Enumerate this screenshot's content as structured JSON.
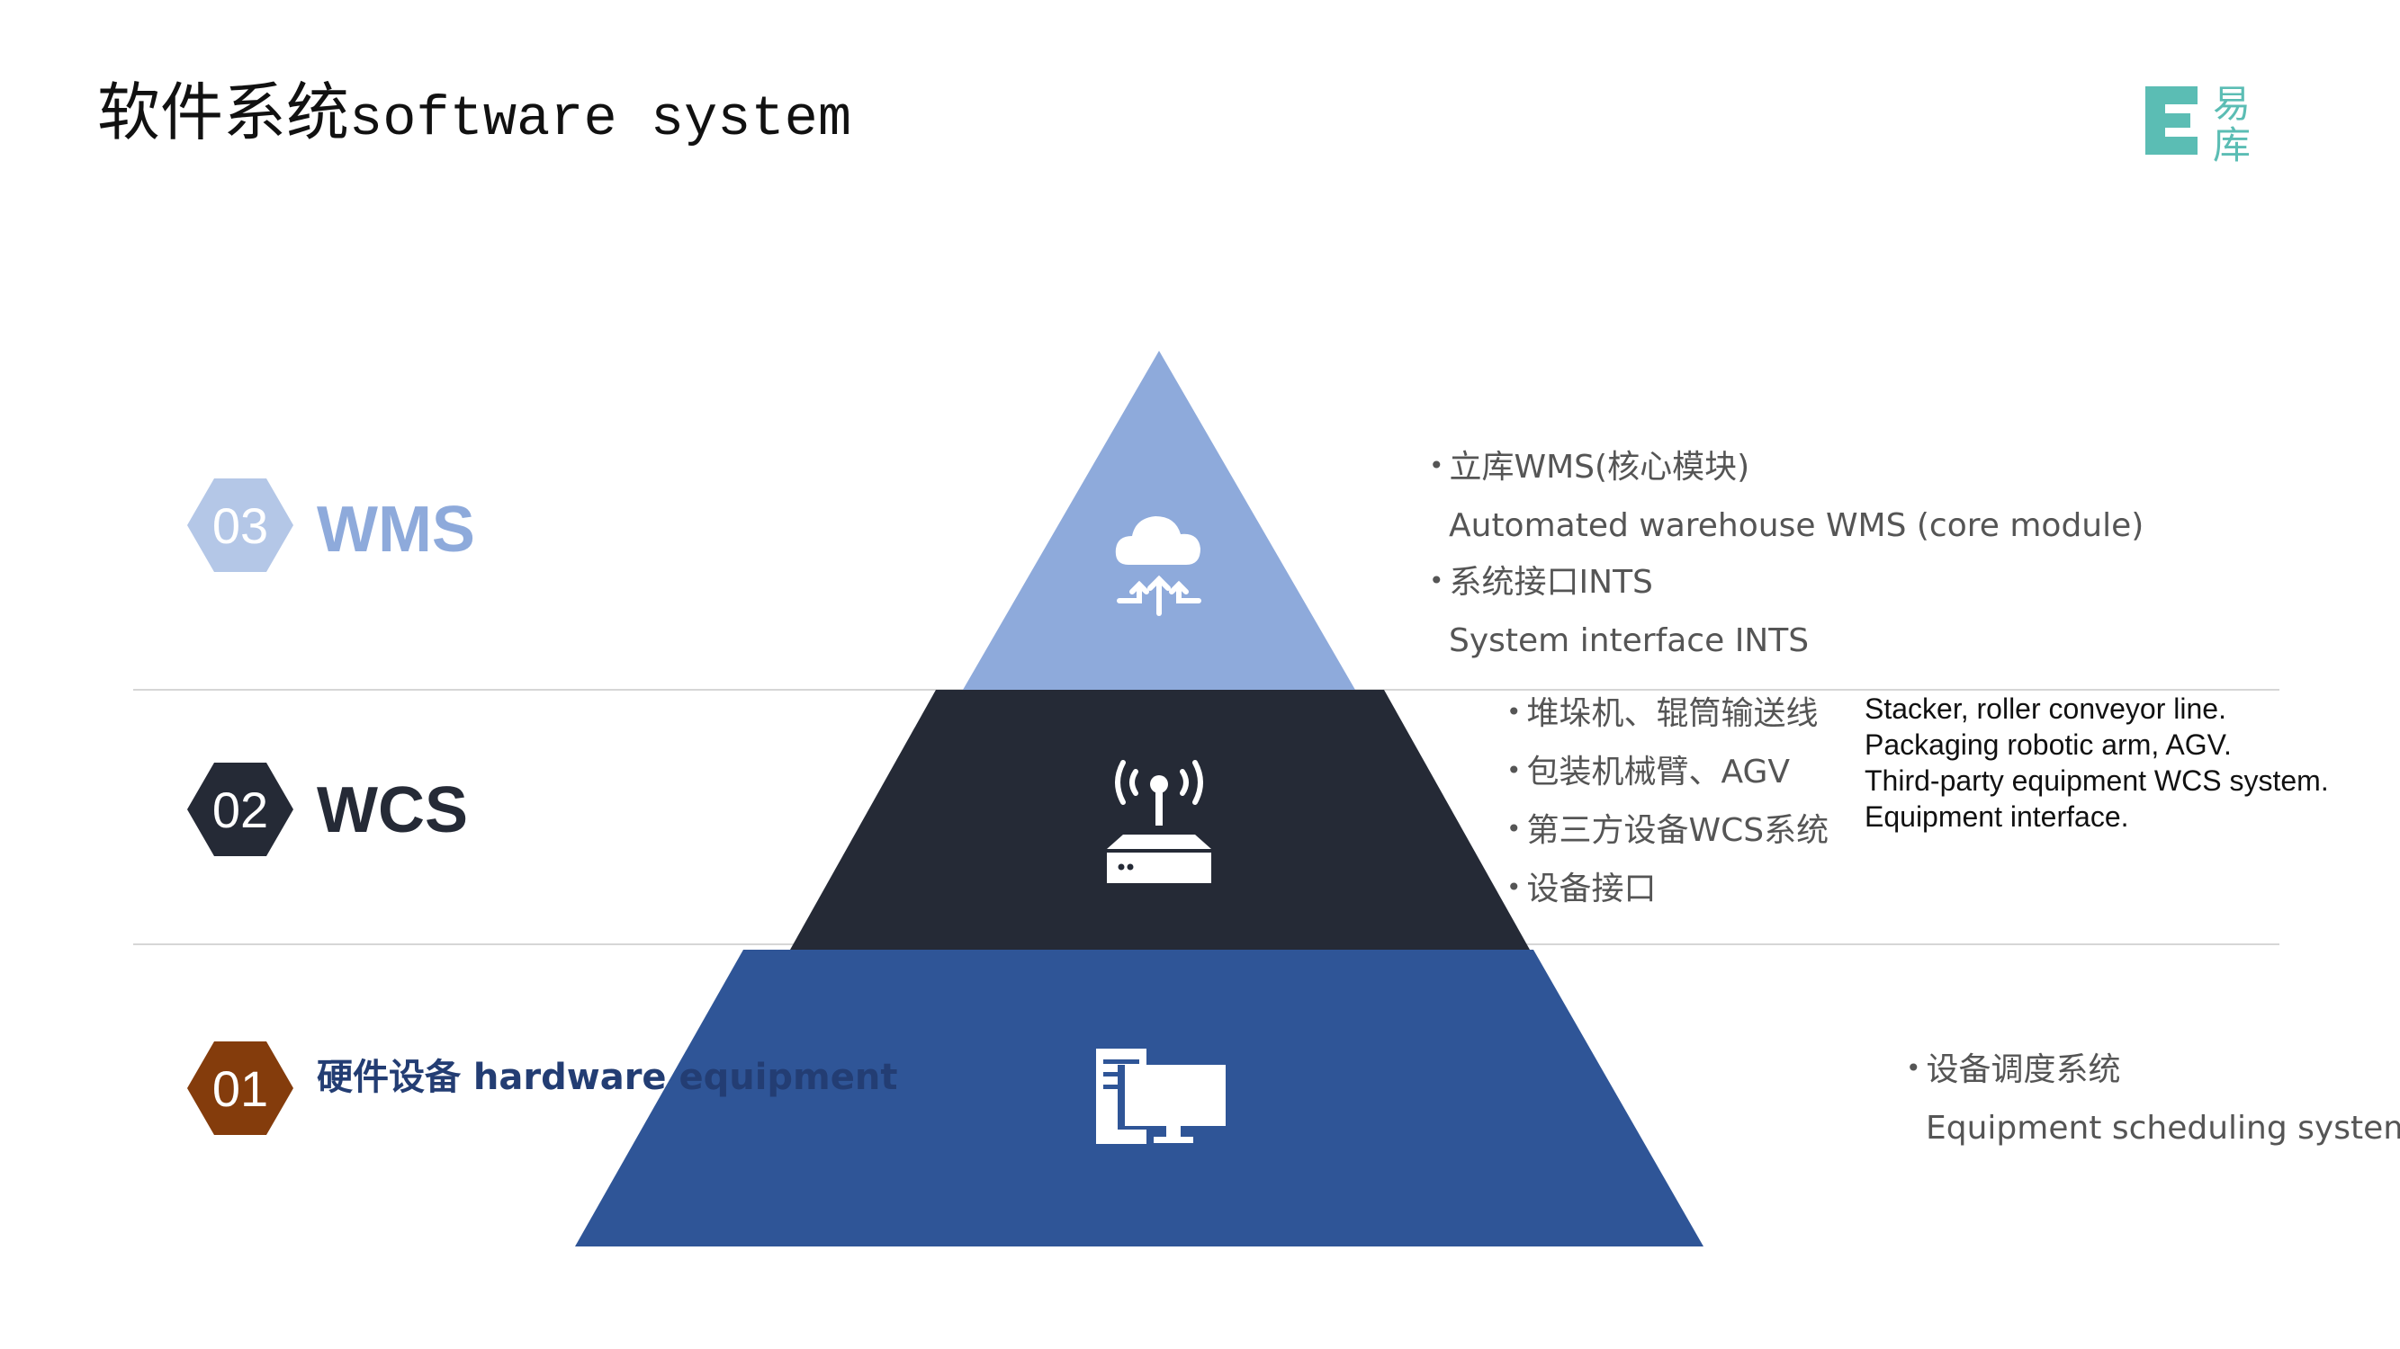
{
  "title": {
    "zh": "软件系统",
    "en": "software system"
  },
  "logo": {
    "text_top": "易",
    "text_bottom": "库",
    "color": "#5bbdb4"
  },
  "levels": [
    {
      "number": "03",
      "label": "WMS",
      "badge_color": "#b4c7e7",
      "layer_color": "#8eaadb",
      "icon": "cloud-upload-icon",
      "items": [
        {
          "zh": "立库WMS(核心模块)",
          "en": "Automated warehouse WMS (core module)"
        },
        {
          "zh": "系统接口INTS",
          "en": "System interface INTS"
        }
      ]
    },
    {
      "number": "02",
      "label": "WCS",
      "badge_color": "#252a36",
      "layer_color": "#252a36",
      "icon": "router-icon",
      "items": [
        {
          "zh": "堆垛机、辊筒输送线"
        },
        {
          "zh": "包装机械臂、AGV"
        },
        {
          "zh": "第三方设备WCS系统"
        },
        {
          "zh": "设备接口"
        }
      ],
      "en_lines": [
        "Stacker, roller conveyor line.",
        "Packaging robotic arm, AGV.",
        "Third-party equipment WCS system.",
        "Equipment interface."
      ]
    },
    {
      "number": "01",
      "label": "硬件设备 hardware equipment",
      "badge_color": "#843c0c",
      "layer_color": "#2f5597",
      "icon": "desktop-computer-icon",
      "items": [
        {
          "zh": "设备调度系统",
          "en": "Equipment scheduling system"
        }
      ]
    }
  ]
}
